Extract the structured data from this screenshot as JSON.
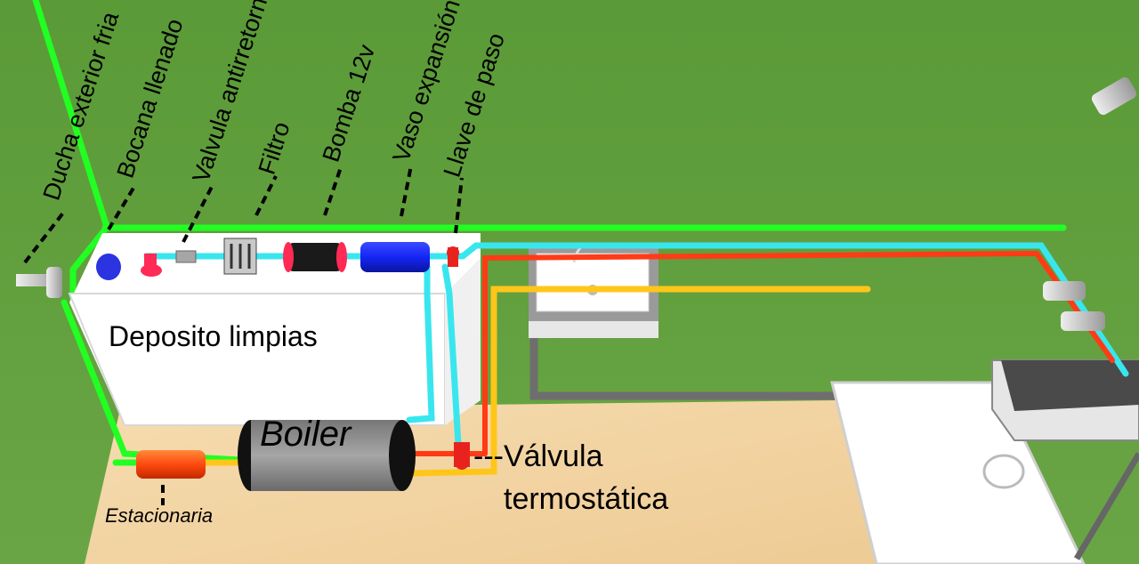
{
  "labels": {
    "ducha": "Ducha exterior fria",
    "bocana": "Bocana llenado",
    "antirretorno": "Valvula antirretorno",
    "filtro": "Filtro",
    "bomba": "Bomba 12v",
    "vaso": "Vaso expansión",
    "llave": "Llave de paso",
    "deposito": "Deposito limpias",
    "boiler": "Boiler",
    "estacionaria": "Estacionaria",
    "valvula": "---Válvula",
    "termostatica": "termostática"
  },
  "colors": {
    "grass": "#5f9e3c",
    "floor": "#f3d7a6",
    "cold_pipe": "#39e6ee",
    "hot_pipe": "#ff3b16",
    "warm_pipe": "#ffc61a",
    "vent_pipe": "#22ff22",
    "pump": "#1525f5"
  }
}
